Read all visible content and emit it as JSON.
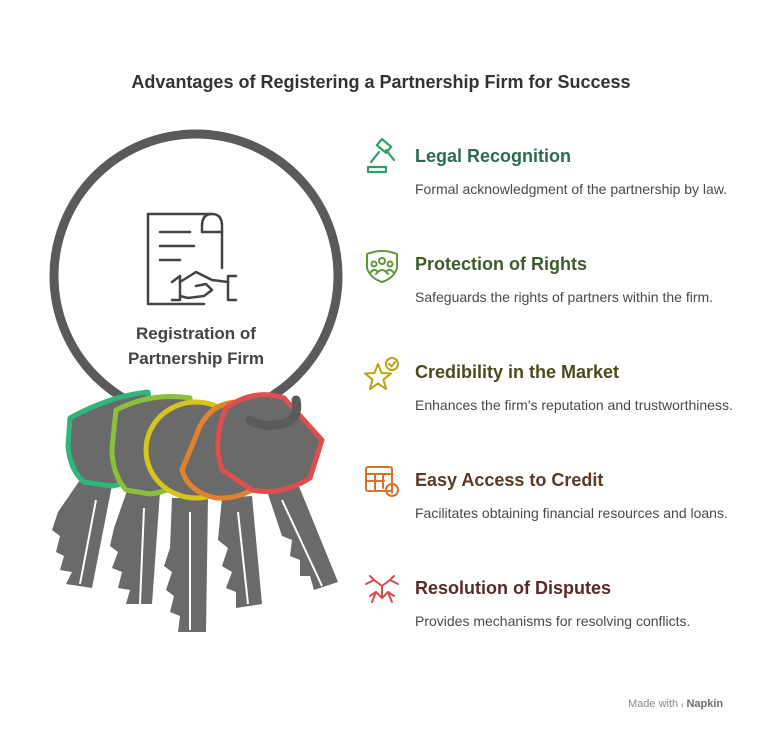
{
  "title": "Advantages of Registering a Partnership Firm for Success",
  "center_label_line1": "Registration of",
  "center_label_line2": "Partnership Firm",
  "items": [
    {
      "title": "Legal Recognition",
      "desc": "Formal acknowledgment of the partnership by law.",
      "color": "#2e9e6b",
      "icon": "gavel-icon"
    },
    {
      "title": "Protection of Rights",
      "desc": "Safeguards the rights of partners within the firm.",
      "color": "#5f9a3a",
      "icon": "shield-people-icon"
    },
    {
      "title": "Credibility in the Market",
      "desc": "Enhances the firm's reputation and trustworthiness.",
      "color": "#b8a517",
      "icon": "star-check-icon"
    },
    {
      "title": "Easy Access to Credit",
      "desc": "Facilitates obtaining financial resources and loans.",
      "color": "#d9732a",
      "icon": "ledger-coin-icon"
    },
    {
      "title": "Resolution of Disputes",
      "desc": "Provides mechanisms for resolving conflicts.",
      "color": "#d34b4b",
      "icon": "handshake-icon"
    }
  ],
  "title_color": "#333333",
  "key_tag_colors": [
    "#2eb67d",
    "#8bbf3c",
    "#d6c51f",
    "#e0832c",
    "#e04f4f"
  ],
  "footer": {
    "made_with": "Made with",
    "brand": "Napkin"
  }
}
